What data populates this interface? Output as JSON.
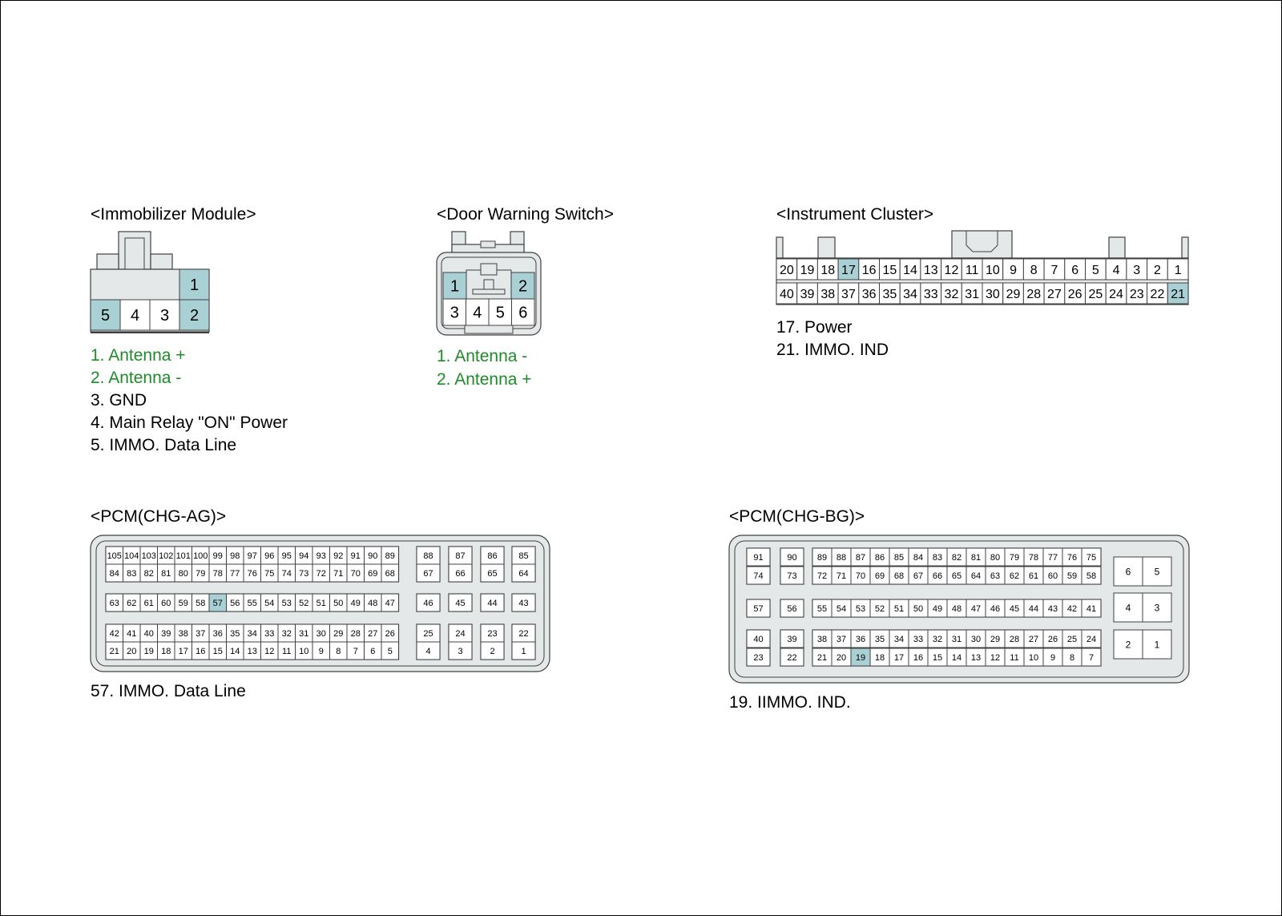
{
  "colors": {
    "body_fill": "#e4e8e9",
    "pin_fill": "#ffffff",
    "highlight_fill": "#a9d0d5",
    "outline": "#404040",
    "legend_highlight": "#1e8a2a"
  },
  "connectors": {
    "immobilizer": {
      "title": "<Immobilizer Module>",
      "pins": [
        "1",
        "5",
        "4",
        "3",
        "2"
      ],
      "highlighted": [
        "1",
        "2",
        "5"
      ],
      "legend": [
        {
          "text": "1. Antenna +",
          "highlight": true
        },
        {
          "text": "2. Antenna -",
          "highlight": true
        },
        {
          "text": "3. GND",
          "highlight": false
        },
        {
          "text": "4. Main Relay \"ON\" Power",
          "highlight": false
        },
        {
          "text": "5. IMMO. Data Line",
          "highlight": false
        }
      ]
    },
    "door": {
      "title": "<Door Warning Switch>",
      "pins": [
        "1",
        "2",
        "3",
        "4",
        "5",
        "6"
      ],
      "highlighted": [
        "1",
        "2"
      ],
      "legend": [
        {
          "text": "1. Antenna -",
          "highlight": true
        },
        {
          "text": "2. Antenna +",
          "highlight": true
        }
      ]
    },
    "cluster": {
      "title": "<Instrument Cluster>",
      "top_row": [
        "20",
        "19",
        "18",
        "17",
        "16",
        "15",
        "14",
        "13",
        "12",
        "11",
        "10",
        "9",
        "8",
        "7",
        "6",
        "5",
        "4",
        "3",
        "2",
        "1"
      ],
      "bottom_row": [
        "40",
        "39",
        "38",
        "37",
        "36",
        "35",
        "34",
        "33",
        "32",
        "31",
        "30",
        "29",
        "28",
        "27",
        "26",
        "25",
        "24",
        "23",
        "22",
        "21"
      ],
      "highlighted": [
        "17",
        "21"
      ],
      "legend": [
        {
          "text": "17. Power",
          "highlight": false
        },
        {
          "text": "21. IMMO. IND",
          "highlight": false
        }
      ]
    },
    "pcm_ag": {
      "title": "<PCM(CHG-AG)>",
      "highlighted": [
        "57"
      ],
      "rows": [
        {
          "main": [
            "105",
            "104",
            "103",
            "102",
            "101",
            "100",
            "99",
            "98",
            "97",
            "96",
            "95",
            "94",
            "93",
            "92",
            "91",
            "90",
            "89"
          ],
          "side": [
            "88",
            "87",
            "86",
            "85"
          ]
        },
        {
          "main": [
            "84",
            "83",
            "82",
            "81",
            "80",
            "79",
            "78",
            "77",
            "76",
            "75",
            "74",
            "73",
            "72",
            "71",
            "70",
            "69",
            "68"
          ],
          "side": [
            "67",
            "66",
            "65",
            "64"
          ]
        },
        {
          "main": [
            "63",
            "62",
            "61",
            "60",
            "59",
            "58",
            "57",
            "56",
            "55",
            "54",
            "53",
            "52",
            "51",
            "50",
            "49",
            "48",
            "47"
          ],
          "side": [
            "46",
            "45",
            "44",
            "43"
          ]
        },
        {
          "main": [
            "42",
            "41",
            "40",
            "39",
            "38",
            "37",
            "36",
            "35",
            "34",
            "33",
            "32",
            "31",
            "30",
            "29",
            "28",
            "27",
            "26"
          ],
          "side": [
            "25",
            "24",
            "23",
            "22"
          ]
        },
        {
          "main": [
            "21",
            "20",
            "19",
            "18",
            "17",
            "16",
            "15",
            "14",
            "13",
            "12",
            "11",
            "10",
            "9",
            "8",
            "7",
            "6",
            "5"
          ],
          "side": [
            "4",
            "3",
            "2",
            "1"
          ]
        }
      ],
      "legend": [
        {
          "text": "57. IMMO. Data Line",
          "highlight": false
        }
      ]
    },
    "pcm_bg": {
      "title": "<PCM(CHG-BG)>",
      "highlighted": [
        "19"
      ],
      "rows": [
        {
          "left": [
            "91",
            "90"
          ],
          "main": [
            "89",
            "88",
            "87",
            "86",
            "85",
            "84",
            "83",
            "82",
            "81",
            "80",
            "79",
            "78",
            "77",
            "76",
            "75"
          ]
        },
        {
          "left": [
            "74",
            "73"
          ],
          "main": [
            "72",
            "71",
            "70",
            "69",
            "68",
            "67",
            "66",
            "65",
            "64",
            "63",
            "62",
            "61",
            "60",
            "59",
            "58"
          ]
        },
        {
          "left": [
            "57",
            "56"
          ],
          "main": [
            "55",
            "54",
            "53",
            "52",
            "51",
            "50",
            "49",
            "48",
            "47",
            "46",
            "45",
            "44",
            "43",
            "42",
            "41"
          ]
        },
        {
          "left": [
            "40",
            "39"
          ],
          "main": [
            "38",
            "37",
            "36",
            "35",
            "34",
            "33",
            "32",
            "31",
            "30",
            "29",
            "28",
            "27",
            "26",
            "25",
            "24"
          ]
        },
        {
          "left": [
            "23",
            "22"
          ],
          "main": [
            "21",
            "20",
            "19",
            "18",
            "17",
            "16",
            "15",
            "14",
            "13",
            "12",
            "11",
            "10",
            "9",
            "8",
            "7"
          ]
        }
      ],
      "right": [
        [
          "6",
          "5"
        ],
        [
          "4",
          "3"
        ],
        [
          "2",
          "1"
        ]
      ],
      "legend": [
        {
          "text": "19. IIMMO. IND.",
          "highlight": false
        }
      ]
    }
  }
}
